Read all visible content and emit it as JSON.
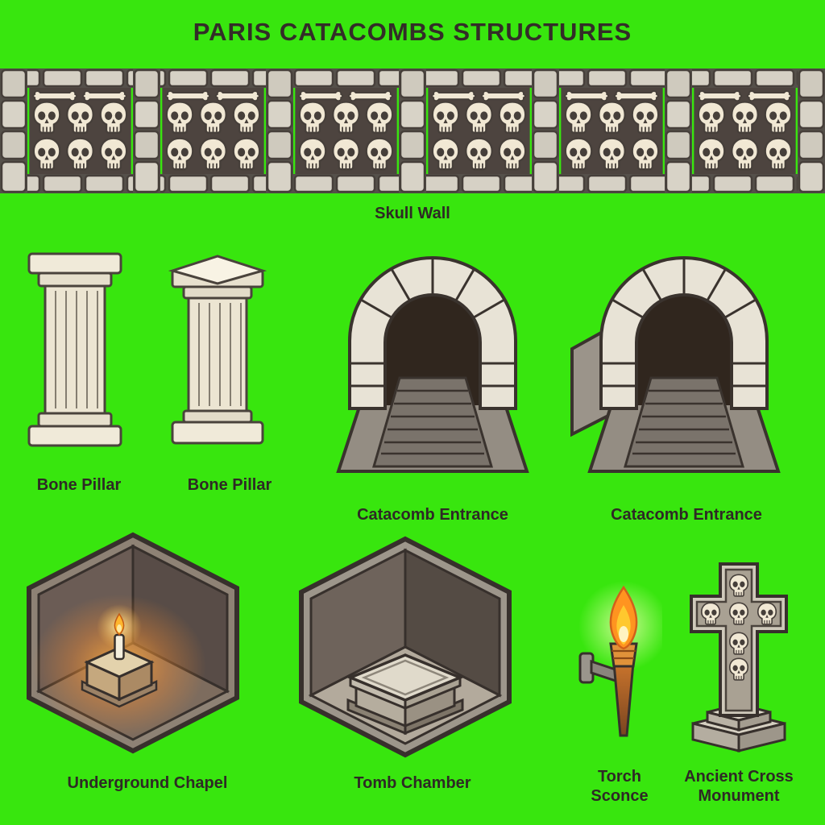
{
  "title": "PARIS CATACOMBS STRUCTURES",
  "background_color": "#38e60e",
  "palette": {
    "outline": "#3a332e",
    "bone": "#f1e8d4",
    "stone_light": "#e8e3d6",
    "stone_mid": "#d6d1c5",
    "wall_dark": "#4d443f",
    "flame_orange": "#ff9420",
    "flame_yellow": "#ffc82e",
    "glow_green": "#d8ff9e"
  },
  "items": {
    "skull_wall": {
      "label": "Skull Wall"
    },
    "bone_pillar_1": {
      "label": "Bone Pillar"
    },
    "bone_pillar_2": {
      "label": "Bone Pillar"
    },
    "catacomb_entrance_1": {
      "label": "Catacomb Entrance"
    },
    "catacomb_entrance_2": {
      "label": "Catacomb Entrance"
    },
    "underground_chapel": {
      "label": "Underground Chapel"
    },
    "tomb_chamber": {
      "label": "Tomb Chamber"
    },
    "torch_sconce": {
      "label": "Torch Sconce"
    },
    "ancient_cross_monument": {
      "label": "Ancient Cross Monument"
    }
  }
}
